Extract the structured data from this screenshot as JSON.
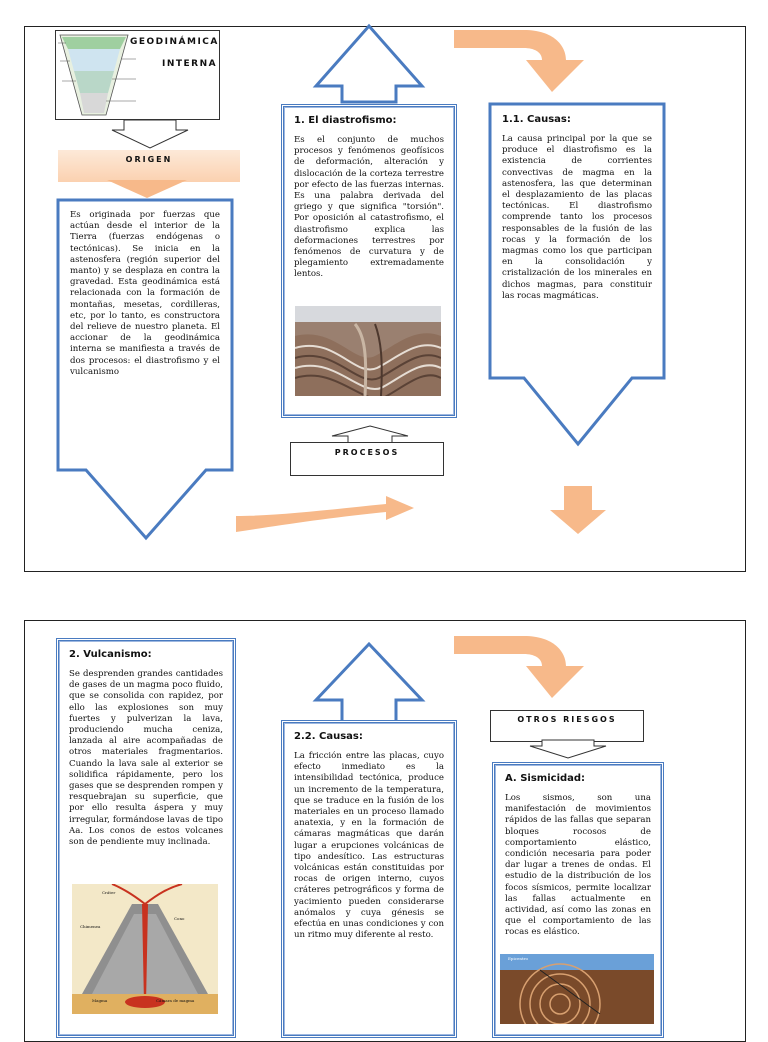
{
  "page1": {
    "header_title_1": "GEODINÁMICA",
    "header_title_2": "INTERNA",
    "origen_label": "ORIGEN",
    "origen_text": "Es originada por fuerzas que actúan desde el interior de la Tierra (fuerzas endógenas o tectónicas). Se inicia en la astenosfera (región superior del manto) y se desplaza en contra la gravedad. Esta geodinámica está relacionada con la formación de montañas, mesetas, cordilleras, etc, por lo tanto, es constructora del relieve de nuestro planeta. El accionar de la geodinámica interna se manifiesta a través de dos procesos: el diastrofismo y el vulcanismo",
    "diastrofismo_title": "1. El diastrofismo:",
    "diastrofismo_text": "Es el conjunto de muchos procesos y fenómenos geofísicos de deformación, alteración y dislocación de la corteza terrestre por efecto de las fuerzas internas. Es una palabra derivada del griego y que significa \"torsión\". Por oposición al catastrofismo, el diastrofismo explica las deformaciones terrestres por fenómenos de curvatura y de plegamiento extremadamente lentos.",
    "procesos_label": "PROCESOS",
    "causas_title": "1.1.    Causas:",
    "causas_text": "La causa principal por la que se produce el diastrofismo es la existencia de corrientes convectivas de magma en la astenosfera, las que determinan el desplazamiento de las placas tectónicas. El diastrofismo comprende tanto los procesos responsables de la fusión de las rocas y la formación de los magmas como los que participan en la consolidación y cristalización de los minerales en dichos magmas, para constituir las rocas magmáticas."
  },
  "page2": {
    "vulcanismo_title": "2. Vulcanismo:",
    "vulcanismo_text": "Se desprenden grandes cantidades de gases de un magma poco fluido, que se consolida con rapidez, por ello las explosiones son muy fuertes y pulverizan la lava, produciendo mucha ceniza, lanzada al aire acompañadas de otros materiales fragmentarios. Cuando la lava sale al exterior se solidifica rápidamente, pero los gases que se desprenden rompen y resquebrajan su superficie, que por ello resulta áspera y muy irregular, formándose lavas de tipo Aa. Los conos de estos volcanes son de pendiente muy inclinada.",
    "volcano_labels": {
      "crater": "Cráter",
      "cone": "Cono",
      "chimney": "Chimenea",
      "magma": "Magma",
      "chamber": "Cámara de magma"
    },
    "causas2_title": "2.2. Causas:",
    "causas2_text": "La fricción entre las placas, cuyo efecto inmediato es la intensibilidad tectónica, produce un incremento de la temperatura, que se traduce en la fusión de los materiales en un proceso llamado anatexia, y en la formación de cámaras magmáticas que darán lugar a erupciones volcánicas de tipo andesítico. Las estructuras volcánicas están constituidas por rocas de origen interno, cuyos cráteres petrográficos y forma de yacimiento pueden considerarse anómalos y cuya génesis se efectúa en unas condiciones y con un ritmo muy diferente al resto.",
    "otros_riesgos_label": "OTROS RIESGOS",
    "sismicidad_title": "A. Sismicidad:",
    "sismicidad_text": "Los sismos, son una manifestación de movimientos rápidos de las fallas que separan bloques rocosos de comportamiento elástico, condición necesaria para poder dar lugar a trenes de ondas. El estudio de la distribución de los focos sísmicos, permite localizar las fallas actualmente en actividad, así como las zonas en que el comportamiento de las rocas es elástico.",
    "quake_label": "Epicentro"
  },
  "colors": {
    "border_blue": "#4a7bc0",
    "peach": "#f7b98a",
    "frame": "#222222"
  }
}
